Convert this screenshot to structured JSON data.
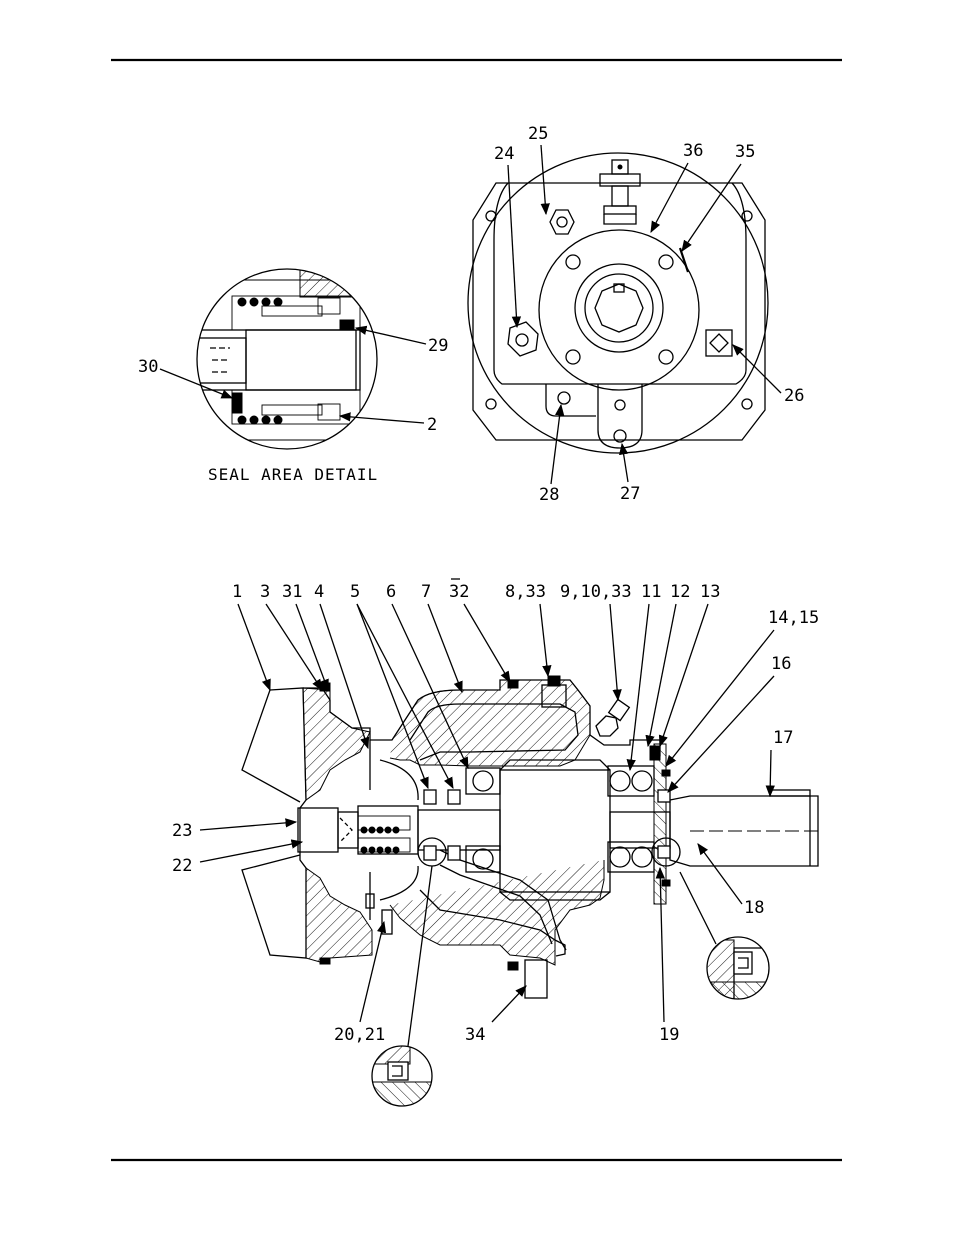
{
  "seal_detail": {
    "caption": "SEAL AREA DETAIL",
    "callouts": [
      "30",
      "29",
      "2"
    ]
  },
  "end_view": {
    "callouts": [
      "25",
      "24",
      "36",
      "35",
      "26",
      "28",
      "27"
    ]
  },
  "section_view": {
    "top_callouts": [
      "1",
      "3",
      "31",
      "4",
      "5",
      "6",
      "7",
      "32",
      "8,33",
      "9,10,33",
      "11",
      "12",
      "13",
      "14,15",
      "16",
      "17"
    ],
    "left_callouts": [
      "23",
      "22"
    ],
    "right_callouts": [
      "18"
    ],
    "bottom_callouts": [
      "20,21",
      "34",
      "19"
    ]
  }
}
